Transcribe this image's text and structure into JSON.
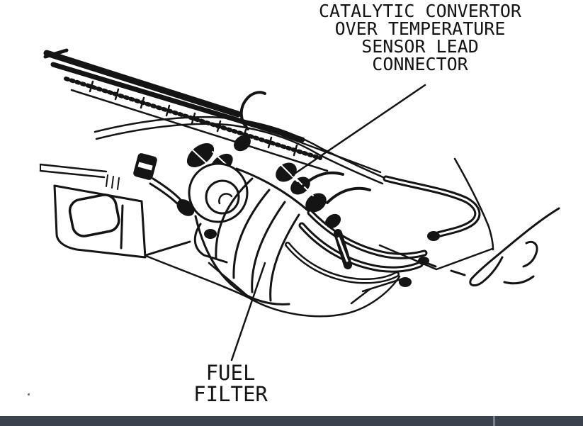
{
  "page": {
    "background": "#ffffff"
  },
  "illustration": {
    "ink_color": "#141414",
    "callouts": [
      {
        "id": "connector",
        "lines": [
          "CATALYTIC CONVERTOR",
          "OVER TEMPERATURE",
          "SENSOR LEAD",
          "CONNECTOR"
        ]
      },
      {
        "id": "fuel-filter",
        "lines": [
          "FUEL",
          "FILTER"
        ]
      }
    ],
    "parts": [
      "frame-rail-lines",
      "fuel-feed-line",
      "filter-bracket",
      "fuel-filter-body",
      "sensor-lead-connector",
      "outlet-hoses",
      "underbody-contours"
    ]
  },
  "footer": {
    "bar_color": "#3c424d",
    "divider_color": "#78818f"
  }
}
